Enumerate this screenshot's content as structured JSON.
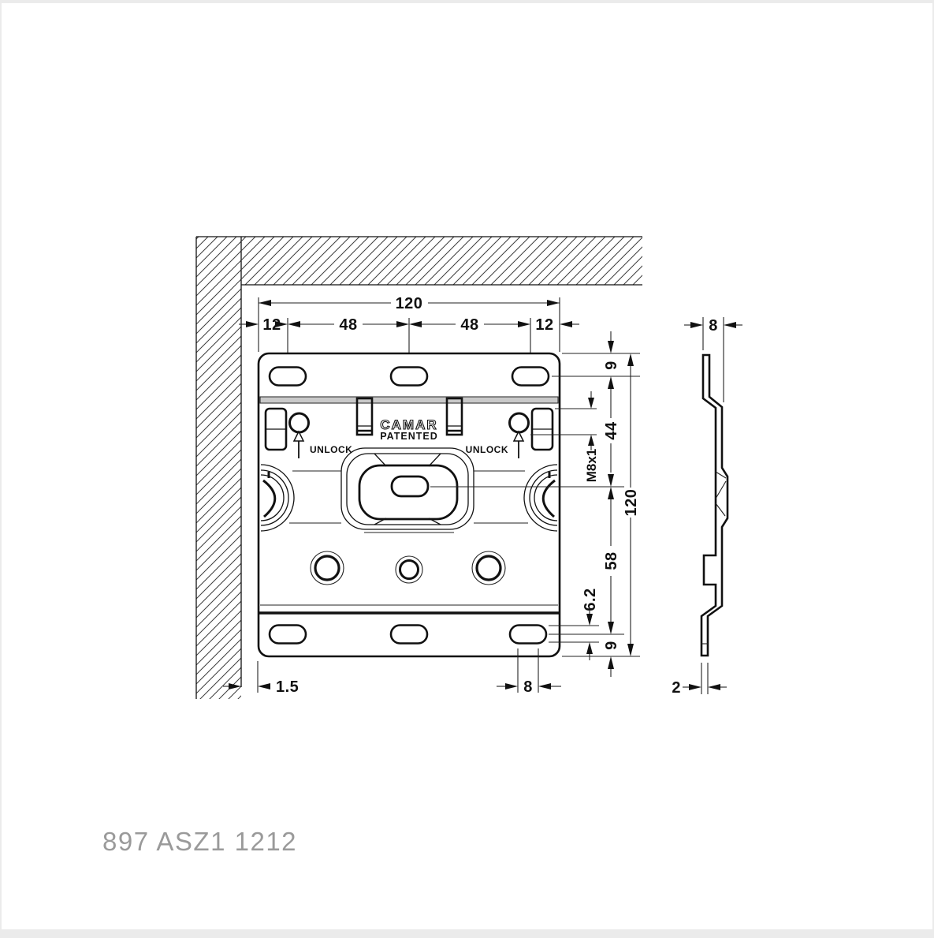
{
  "part_number": "897 ASZ1 1212",
  "drawing": {
    "brand_logo": "CAMAR",
    "patented_label": "PATENTED",
    "unlock_label_left": "UNLOCK",
    "unlock_label_right": "UNLOCK"
  },
  "dimensions": {
    "top_overall": "120",
    "top_chain": [
      "12",
      "48",
      "48",
      "12"
    ],
    "right_top_margin": "9",
    "right_upper_span": "44",
    "thread_spec": "M8x1",
    "right_overall": "120",
    "right_lower_span": "58",
    "slot_offset": "6.2",
    "right_bottom_margin": "9",
    "wall_gap": "1.5",
    "slot_length": "8",
    "side_depth": "8",
    "side_thickness": "2"
  },
  "colors": {
    "line": "#111111",
    "hatch": "#3c3c3c",
    "part_number_text": "#9a9a9a",
    "band_fill": "#c9c9c9",
    "background": "#ffffff",
    "page_edge": "#ebebeb"
  }
}
